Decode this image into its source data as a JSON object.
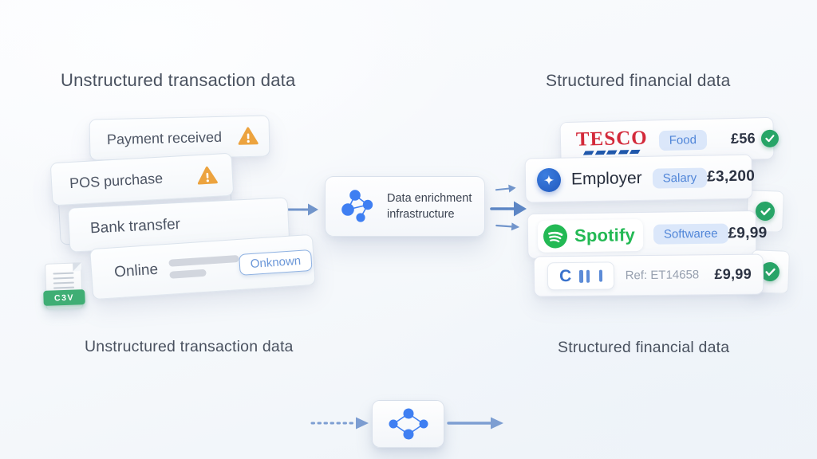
{
  "titles": {
    "top_left": "Unstructured transaction data",
    "top_right": "Structured financial data",
    "bottom_left": "Unstructured transaction data",
    "bottom_right": "Structured financial data"
  },
  "left_stack": {
    "payment": {
      "label": "Payment received",
      "icon": "warning-icon"
    },
    "pos": {
      "label": "POS purchase",
      "icon": "warning-icon"
    },
    "bank": {
      "label": "Bank transfer"
    },
    "online": {
      "label": "Online",
      "badge": "Onknown"
    },
    "file": {
      "icon": "csv-file-icon",
      "label": "C3V"
    }
  },
  "center_box": {
    "icon": "network-icon",
    "label": "Data enrichment infrastructure"
  },
  "right_stack": {
    "tesco": {
      "name": "TESCO",
      "category": "Food",
      "amount": "£56",
      "status_icon": "check-icon"
    },
    "employer": {
      "icon": "sparkle-icon",
      "name": "Employer",
      "category": "Salary",
      "amount": "£3,200"
    },
    "spotify": {
      "icon": "spotify-icon",
      "name": "Spotify",
      "category": "Softwaree",
      "amount": "£9,99"
    },
    "reference": {
      "logo": "C",
      "ref": "Ref: ET14658",
      "amount": "£9,99"
    }
  },
  "colors": {
    "accent-blue": "#3f7ff2",
    "arrow-blue": "#7296cc",
    "warning-orange": "#eca33f",
    "success-green": "#27a567",
    "tesco-red": "#d3293a",
    "tesco-dash-blue": "#2058ac",
    "spotify-green": "#23b954",
    "badge-bg": "#dbe7fa",
    "badge-text": "#5186d8",
    "title-text": "#49515f",
    "amount-text": "#2b3242"
  }
}
